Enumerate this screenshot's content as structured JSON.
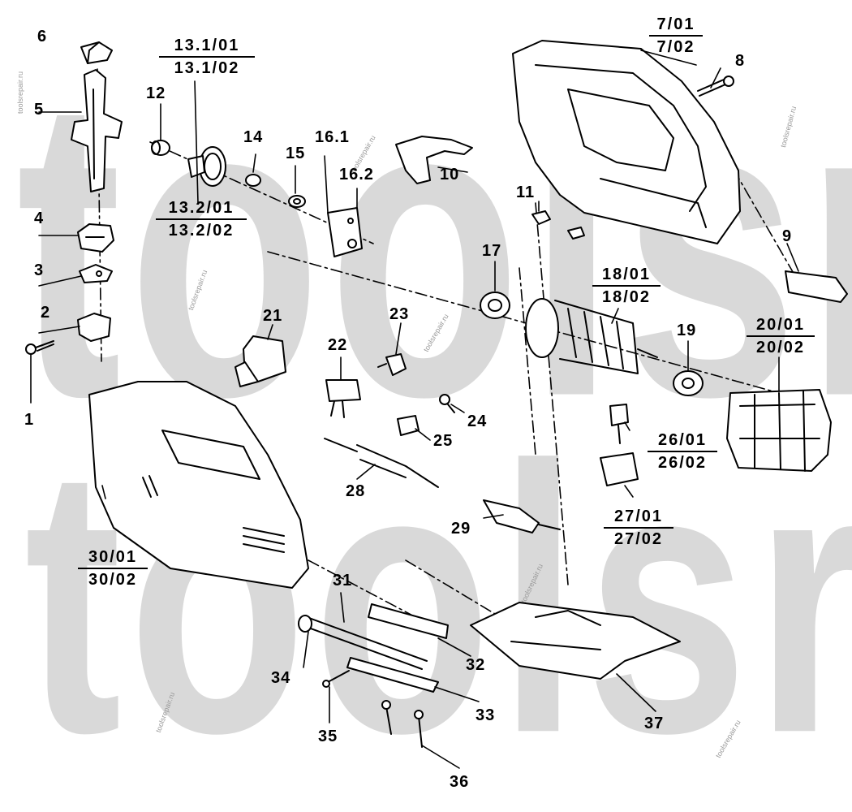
{
  "watermark": {
    "text": "toolsrepair.ru",
    "small_text": "toolsrepair.ru",
    "color": "#cfcfcf"
  },
  "labels": {
    "p1": "1",
    "p2": "2",
    "p3": "3",
    "p4": "4",
    "p5": "5",
    "p6": "6",
    "p8": "8",
    "p9": "9",
    "p10": "10",
    "p11": "11",
    "p12": "12",
    "p14": "14",
    "p15": "15",
    "p17": "17",
    "p19": "19",
    "p21": "21",
    "p22": "22",
    "p23": "23",
    "p24": "24",
    "p25": "25",
    "p28": "28",
    "p29": "29",
    "p31": "31",
    "p32": "32",
    "p33": "33",
    "p34": "34",
    "p35": "35",
    "p36": "36",
    "p37": "37",
    "p16_1": "16.1",
    "p16_2": "16.2"
  },
  "fractions": {
    "f7": {
      "top": "7/01",
      "bottom": "7/02"
    },
    "f13_1": {
      "top": "13.1/01",
      "bottom": "13.1/02"
    },
    "f13_2": {
      "top": "13.2/01",
      "bottom": "13.2/02"
    },
    "f18": {
      "top": "18/01",
      "bottom": "18/02"
    },
    "f20": {
      "top": "20/01",
      "bottom": "20/02"
    },
    "f26": {
      "top": "26/01",
      "bottom": "26/02"
    },
    "f27": {
      "top": "27/01",
      "bottom": "27/02"
    },
    "f30": {
      "top": "30/01",
      "bottom": "30/02"
    }
  }
}
